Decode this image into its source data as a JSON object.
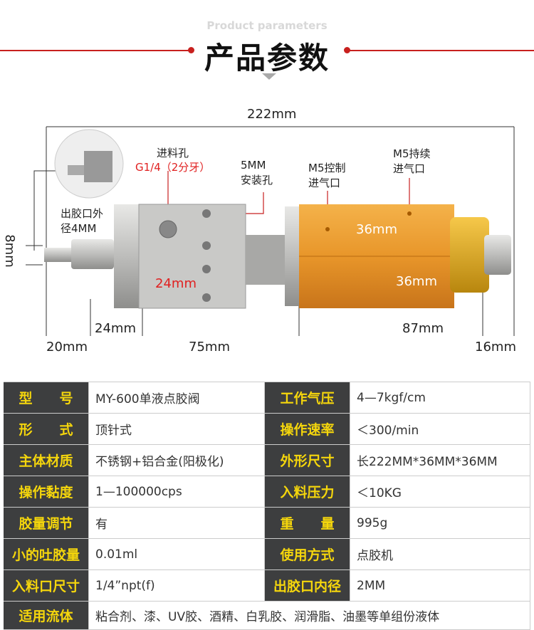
{
  "header": {
    "subtitle": "Product parameters",
    "title": "产品参数"
  },
  "diagram": {
    "total_length": "222mm",
    "inlet_label": "进料孔",
    "inlet_thread": "G1/4（2分牙）",
    "mount_label_1": "5MM",
    "mount_label_2": "安装孔",
    "m5_control_1": "M5控制",
    "m5_control_2": "进气口",
    "m5_continuous_1": "M5持续",
    "m5_continuous_2": "进气口",
    "outlet_od_1": "出胶口外",
    "outlet_od_2": "径4MM",
    "nozzle_dia": "8mm",
    "height_upper": "36mm",
    "height_lower": "36mm",
    "red_24": "24mm",
    "dim_24": "24mm",
    "dim_87": "87mm",
    "dim_20": "20mm",
    "dim_75": "75mm",
    "dim_16": "16mm"
  },
  "specs": {
    "rows": [
      {
        "l1": "型　　号",
        "v1": "MY-600单液点胶阀",
        "l2": "工作气压",
        "v2": "4—7kgf/cm"
      },
      {
        "l1": "形　　式",
        "v1": "顶针式",
        "l2": "操作速率",
        "v2": "＜300/min"
      },
      {
        "l1": "主体材质",
        "v1": "不锈钢+铝合金(阳极化)",
        "l2": "外形尺寸",
        "v2": "长222MM*36MM*36MM"
      },
      {
        "l1": "操作黏度",
        "v1": "1—100000cps",
        "l2": "入料压力",
        "v2": "＜10KG"
      },
      {
        "l1": "胶量调节",
        "v1": "有",
        "l2": "重　　量",
        "v2": "995g"
      },
      {
        "l1": "小的吐胶量",
        "v1": "0.01ml",
        "l2": "使用方式",
        "v2": "点胶机"
      },
      {
        "l1": "入料口尺寸",
        "v1": "1/4”npt(f)",
        "l2": "出胶口内径",
        "v2": "2MM"
      }
    ],
    "fluid_label": "适用流体",
    "fluid_value": "粘合剂、漆、UV胶、酒精、白乳胶、润滑脂、油墨等单组份液体"
  }
}
